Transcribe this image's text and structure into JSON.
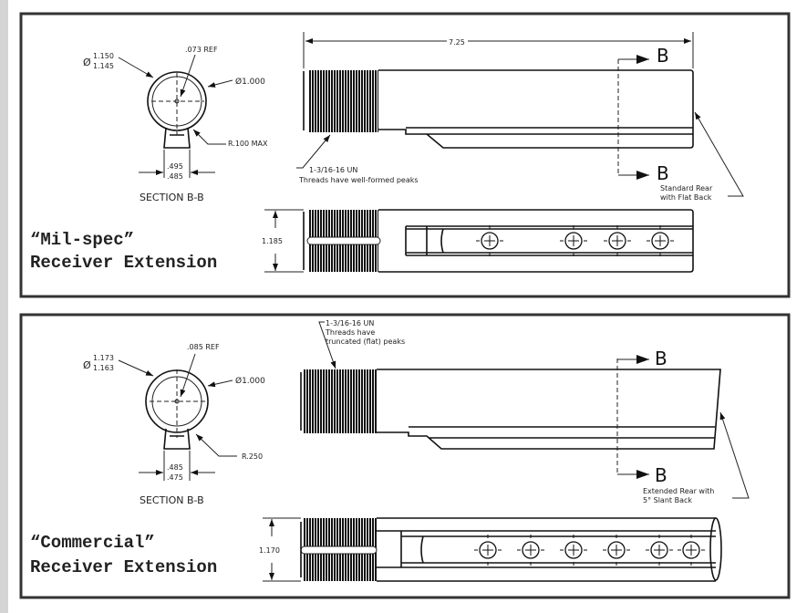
{
  "milspec": {
    "title_line1": "“Mil-spec”",
    "title_line2": "Receiver Extension",
    "section_label": "SECTION B-B",
    "dia_symbol": "Ø",
    "outer_dia_max": "1.150",
    "outer_dia_min": "1.145",
    "wall_ref": ".073 REF",
    "inner_dia": "Ø1.000",
    "radius": "R.100 MAX",
    "lug_width_max": ".495",
    "lug_width_min": ".485",
    "length": "7.25",
    "height": "1.185",
    "section_mark": "B",
    "thread_spec": "1-3/16-16 UN",
    "thread_note": "Threads have well-formed peaks",
    "rear_note_line1": "Standard Rear",
    "rear_note_line2": "with Flat Back"
  },
  "commercial": {
    "title_line1": "“Commercial”",
    "title_line2": "Receiver Extension",
    "section_label": "SECTION B-B",
    "dia_symbol": "Ø",
    "outer_dia_max": "1.173",
    "outer_dia_min": "1.163",
    "wall_ref": ".085 REF",
    "inner_dia": "Ø1.000",
    "radius": "R.250",
    "lug_width_max": ".485",
    "lug_width_min": ".475",
    "height": "1.170",
    "section_mark": "B",
    "thread_spec": "1-3/16-16 UN",
    "thread_note_line1": "Threads have",
    "thread_note_line2": "truncated (flat) peaks",
    "rear_note_line1": "Extended Rear with",
    "rear_note_line2": "5° Slant Back"
  }
}
